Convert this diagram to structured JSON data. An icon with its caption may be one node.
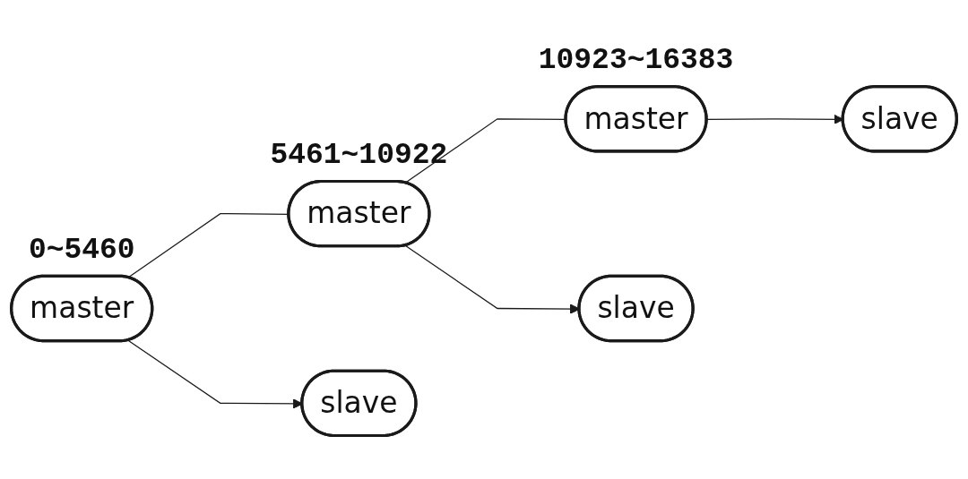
{
  "diagram": {
    "nodes": [
      {
        "text": [
          "master"
        ],
        "beside": [
          "0~5460"
        ]
      },
      {
        "text": [
          "master"
        ],
        "beside": [
          "5461~10922"
        ]
      },
      {
        "text": [
          "master"
        ],
        "beside": [
          "10923~16383"
        ]
      },
      {
        "text": [
          "slave"
        ]
      },
      {
        "text": [
          "slave"
        ]
      },
      {
        "text": [
          "slave"
        ]
      }
    ],
    "edges": [
      {
        "from": 0,
        "to": 1,
        "arrow": "none"
      },
      {
        "from": 1,
        "to": 2,
        "arrow": "none"
      },
      {
        "from": 0,
        "to": 3,
        "arrow": "to"
      },
      {
        "from": 1,
        "to": 4,
        "arrow": "to"
      },
      {
        "from": 2,
        "to": 5,
        "arrow": "to"
      }
    ]
  }
}
